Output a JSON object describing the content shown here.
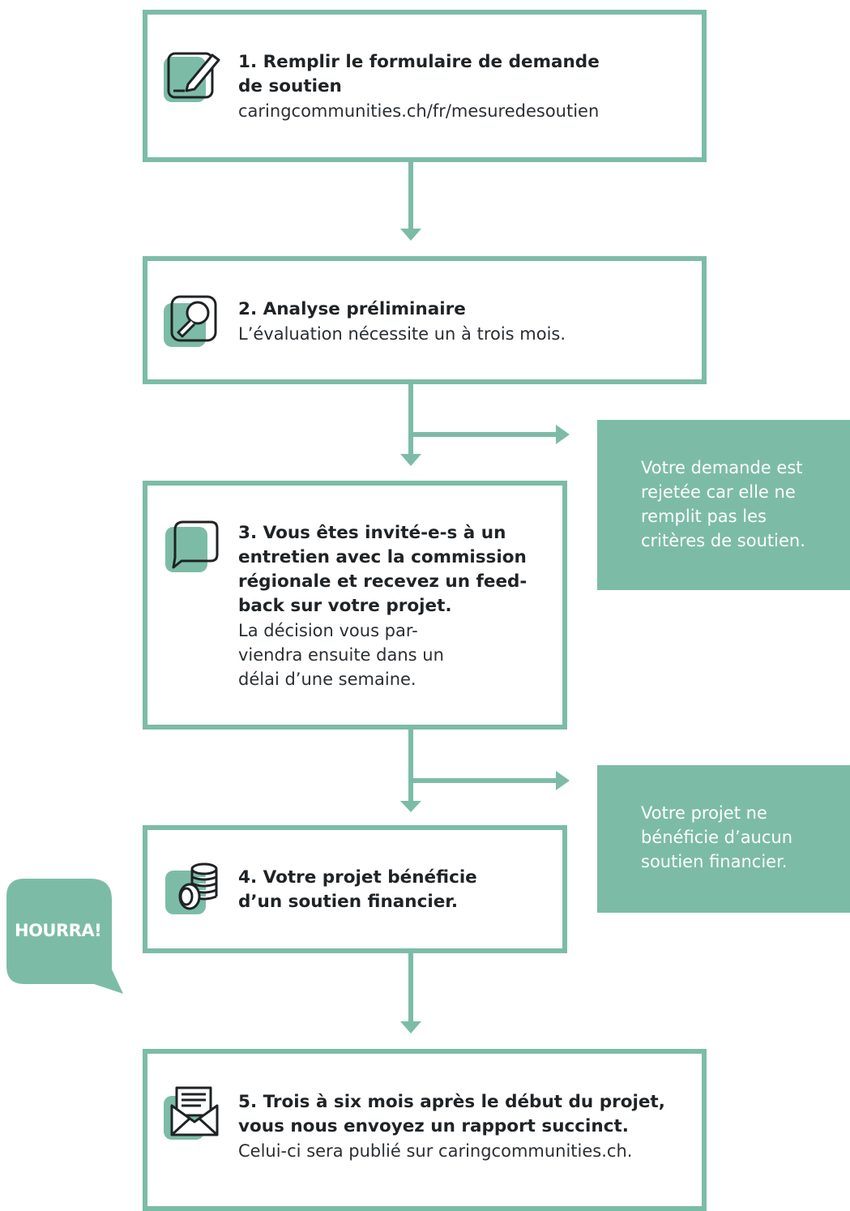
{
  "steps": [
    {
      "title": "1. Remplir le formulaire de demande de soutien",
      "sub": "caringcommunities.ch/fr/mesuredesoutien"
    },
    {
      "title": "2. Analyse préliminaire",
      "sub": "L’évaluation nécessite un à trois mois."
    },
    {
      "title": "3. Vous êtes invité-e-s à un entretien avec la commission régionale et recevez un feed-back sur votre projet.",
      "sub": "La décision vous par-viendra ensuite dans un délai d’une semaine."
    },
    {
      "title": "4. Votre projet bénéficie d’un soutien financier.",
      "sub": ""
    },
    {
      "title": "5. Trois à six mois après le début du projet, vous nous envoyez un rapport succinct.",
      "sub": "Celui-ci sera publié sur caringcommunities.ch."
    }
  ],
  "outcomes": {
    "rejected": "Votre demande est rejetée car elle ne remplit pas les critères de soutien.",
    "no_funding": "Votre projet ne bénéficie d’aucun soutien financier."
  },
  "bubble": "HOURRA!",
  "icons": [
    "form-pencil-icon",
    "magnifier-icon",
    "speech-bubble-icon",
    "coins-icon",
    "envelope-icon"
  ],
  "colors": {
    "accent": "#7cbca7",
    "text": "#1f2326"
  }
}
